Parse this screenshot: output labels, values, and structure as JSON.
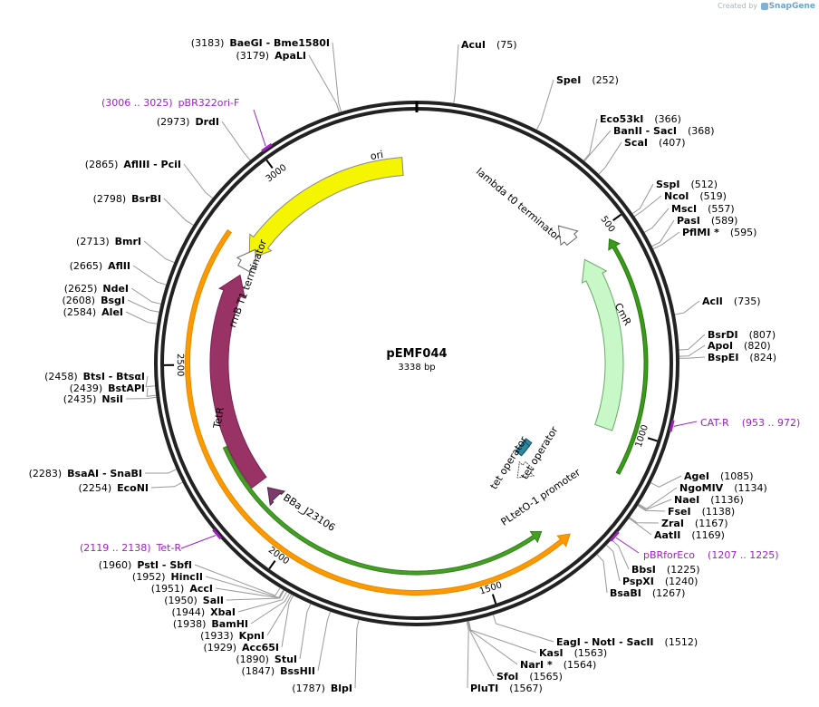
{
  "credit": {
    "prefix": "Created by",
    "brand": "SnapGene"
  },
  "plasmid": {
    "name": "pEMF044",
    "length_label": "3338 bp",
    "length": 3338
  },
  "ticks": [
    "500",
    "1000",
    "1500",
    "2000",
    "2500",
    "3000"
  ],
  "colors": {
    "backbone": "#222222",
    "ori": "#f5f500",
    "cmr": "#c8f7c8",
    "tetr": "#993366",
    "bba": "#7a3d6e",
    "tet_operator": "#2b8aa0",
    "primer": "#a020c0",
    "orf_green": "#3a9a1a",
    "orf_orange": "#ff9900"
  },
  "features": {
    "ori": "ori",
    "cmr": "CmR",
    "tetr": "TetR",
    "lambda": "lambda t0 terminator",
    "rrnb": "rrnB T1 terminator",
    "bba": "BBa_J23106",
    "tet_op1": "tet operator",
    "tet_op2": "tet operator",
    "pltet": "PLtetO-1 promoter"
  },
  "primers": [
    {
      "name": "pBR322ori-F",
      "range": "(3006 .. 3025)"
    },
    {
      "name": "CAT-R",
      "range": "(953 .. 972)"
    },
    {
      "name": "pBRforEco",
      "range": "(1207 .. 1225)"
    },
    {
      "name": "Tet-R",
      "range": "(2119 .. 2138)"
    }
  ],
  "sites": [
    {
      "id": "acui",
      "names": "AcuI",
      "pos": "(75)"
    },
    {
      "id": "spei",
      "names": "SpeI",
      "pos": "(252)"
    },
    {
      "id": "eco53ki",
      "names": "Eco53kI",
      "pos": "(366)"
    },
    {
      "id": "banii",
      "names": "BanII  - SacI",
      "pos": "(368)"
    },
    {
      "id": "scai",
      "names": "ScaI",
      "pos": "(407)"
    },
    {
      "id": "sspi",
      "names": "SspI",
      "pos": "(512)"
    },
    {
      "id": "ncoi",
      "names": "NcoI",
      "pos": "(519)"
    },
    {
      "id": "msci",
      "names": "MscI",
      "pos": "(557)"
    },
    {
      "id": "pasi",
      "names": "PasI",
      "pos": "(589)"
    },
    {
      "id": "pflmi",
      "names": "PflMI *",
      "pos": "(595)"
    },
    {
      "id": "acli",
      "names": "AclI",
      "pos": "(735)"
    },
    {
      "id": "bsrdi",
      "names": "BsrDI",
      "pos": "(807)"
    },
    {
      "id": "apoi",
      "names": "ApoI",
      "pos": "(820)"
    },
    {
      "id": "bspei",
      "names": "BspEI",
      "pos": "(824)"
    },
    {
      "id": "agei",
      "names": "AgeI",
      "pos": "(1085)"
    },
    {
      "id": "ngomiv",
      "names": "NgoMIV",
      "pos": "(1134)"
    },
    {
      "id": "naei",
      "names": "NaeI",
      "pos": "(1136)"
    },
    {
      "id": "fsei",
      "names": "FseI",
      "pos": "(1138)"
    },
    {
      "id": "zrai",
      "names": "ZraI",
      "pos": "(1167)"
    },
    {
      "id": "aatii",
      "names": "AatII",
      "pos": "(1169)"
    },
    {
      "id": "bbsi",
      "names": "BbsI",
      "pos": "(1225)"
    },
    {
      "id": "pspxi",
      "names": "PspXI",
      "pos": "(1240)"
    },
    {
      "id": "bsabi",
      "names": "BsaBI",
      "pos": "(1267)"
    },
    {
      "id": "eagi",
      "names": "EagI  - NotI  - SacII",
      "pos": "(1512)"
    },
    {
      "id": "kasi",
      "names": "KasI",
      "pos": "(1563)"
    },
    {
      "id": "nari",
      "names": "NarI *",
      "pos": "(1564)"
    },
    {
      "id": "sfoi",
      "names": "SfoI",
      "pos": "(1565)"
    },
    {
      "id": "pluti",
      "names": "PluTI",
      "pos": "(1567)"
    },
    {
      "id": "blpi",
      "names": "BlpI",
      "pos": "(1787)"
    },
    {
      "id": "bsshii",
      "names": "BssHII",
      "pos": "(1847)"
    },
    {
      "id": "stui",
      "names": "StuI",
      "pos": "(1890)"
    },
    {
      "id": "acc65i",
      "names": "Acc65I",
      "pos": "(1929)"
    },
    {
      "id": "kpni",
      "names": "KpnI",
      "pos": "(1933)"
    },
    {
      "id": "bamhi",
      "names": "BamHI",
      "pos": "(1938)"
    },
    {
      "id": "xbai",
      "names": "XbaI",
      "pos": "(1944)"
    },
    {
      "id": "sali",
      "names": "SalI",
      "pos": "(1950)"
    },
    {
      "id": "acci",
      "names": "AccI",
      "pos": "(1951)"
    },
    {
      "id": "hincii",
      "names": "HincII",
      "pos": "(1952)"
    },
    {
      "id": "psti",
      "names": "PstI  - SbfI",
      "pos": "(1960)"
    },
    {
      "id": "econi",
      "names": "EcoNI",
      "pos": "(2254)"
    },
    {
      "id": "bsaai",
      "names": "BsaAI  - SnaBI",
      "pos": "(2283)"
    },
    {
      "id": "nsii",
      "names": "NsiI",
      "pos": "(2435)"
    },
    {
      "id": "bstapi",
      "names": "BstAPI",
      "pos": "(2439)"
    },
    {
      "id": "btsi",
      "names": "BtsI  - BtsαI",
      "pos": "(2458)"
    },
    {
      "id": "alei",
      "names": "AleI",
      "pos": "(2584)"
    },
    {
      "id": "bsgi",
      "names": "BsgI",
      "pos": "(2608)"
    },
    {
      "id": "ndei",
      "names": "NdeI",
      "pos": "(2625)"
    },
    {
      "id": "aflii",
      "names": "AflII",
      "pos": "(2665)"
    },
    {
      "id": "bmri",
      "names": "BmrI",
      "pos": "(2713)"
    },
    {
      "id": "bsrbi",
      "names": "BsrBI",
      "pos": "(2798)"
    },
    {
      "id": "afliii",
      "names": "AflIII  - PciI",
      "pos": "(2865)"
    },
    {
      "id": "drdi",
      "names": "DrdI",
      "pos": "(2973)"
    },
    {
      "id": "apali",
      "names": "ApaLI",
      "pos": "(3179)"
    },
    {
      "id": "baegi",
      "names": "BaeGI  - Bme1580I",
      "pos": "(3183)"
    }
  ]
}
